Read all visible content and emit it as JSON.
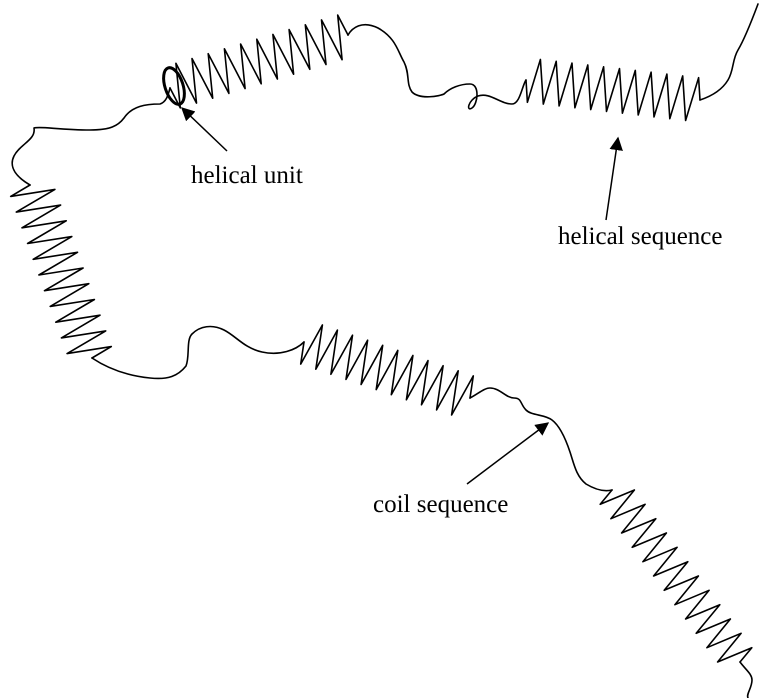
{
  "labels": {
    "helical_unit": "helical unit",
    "helical_sequence": "helical sequence",
    "coil_sequence": "coil sequence"
  },
  "colors": {
    "ink": "#000000",
    "background": "#ffffff"
  }
}
